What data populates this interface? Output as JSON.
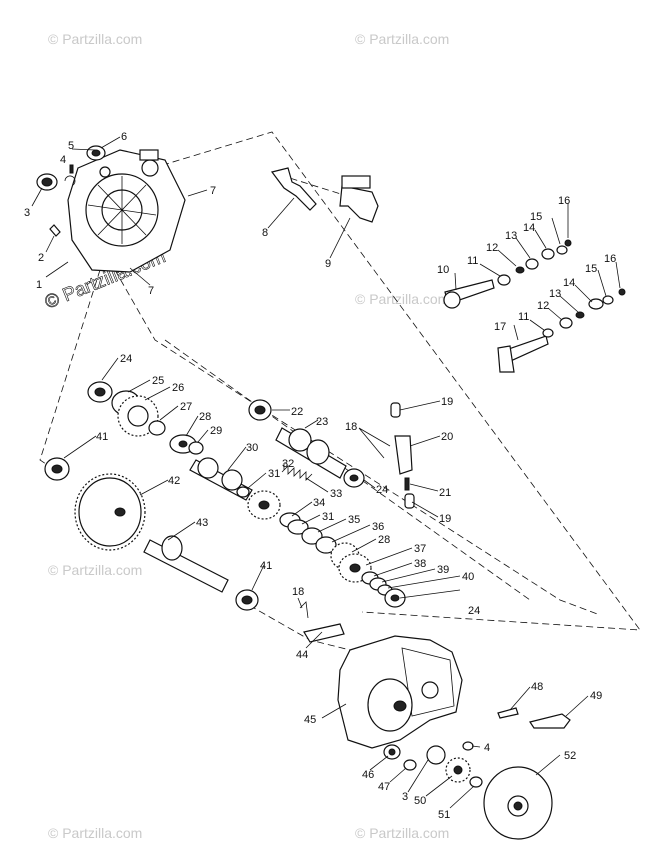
{
  "watermark": {
    "small": "© Partzilla.com",
    "large": "© Partzilla.com"
  },
  "labels": [
    {
      "id": "p1",
      "text": "1"
    },
    {
      "id": "p2",
      "text": "2"
    },
    {
      "id": "p3a",
      "text": "3"
    },
    {
      "id": "p4a",
      "text": "4"
    },
    {
      "id": "p5",
      "text": "5"
    },
    {
      "id": "p6",
      "text": "6"
    },
    {
      "id": "p7a",
      "text": "7"
    },
    {
      "id": "p7b",
      "text": "7"
    },
    {
      "id": "p8",
      "text": "8"
    },
    {
      "id": "p9",
      "text": "9"
    },
    {
      "id": "p10",
      "text": "10"
    },
    {
      "id": "p11a",
      "text": "11"
    },
    {
      "id": "p12a",
      "text": "12"
    },
    {
      "id": "p13a",
      "text": "13"
    },
    {
      "id": "p14a",
      "text": "14"
    },
    {
      "id": "p15a",
      "text": "15"
    },
    {
      "id": "p16a",
      "text": "16"
    },
    {
      "id": "p11b",
      "text": "11"
    },
    {
      "id": "p12b",
      "text": "12"
    },
    {
      "id": "p13b",
      "text": "13"
    },
    {
      "id": "p14b",
      "text": "14"
    },
    {
      "id": "p15b",
      "text": "15"
    },
    {
      "id": "p16b",
      "text": "16"
    },
    {
      "id": "p17",
      "text": "17"
    },
    {
      "id": "p18a",
      "text": "18"
    },
    {
      "id": "p19a",
      "text": "19"
    },
    {
      "id": "p20",
      "text": "20"
    },
    {
      "id": "p21",
      "text": "21"
    },
    {
      "id": "p19b",
      "text": "19"
    },
    {
      "id": "p22",
      "text": "22"
    },
    {
      "id": "p23",
      "text": "23"
    },
    {
      "id": "p24a",
      "text": "24"
    },
    {
      "id": "p24b",
      "text": "24"
    },
    {
      "id": "p24c",
      "text": "24"
    },
    {
      "id": "p25",
      "text": "25"
    },
    {
      "id": "p26",
      "text": "26"
    },
    {
      "id": "p27",
      "text": "27"
    },
    {
      "id": "p28a",
      "text": "28"
    },
    {
      "id": "p29",
      "text": "29"
    },
    {
      "id": "p30",
      "text": "30"
    },
    {
      "id": "p31a",
      "text": "31"
    },
    {
      "id": "p32",
      "text": "32"
    },
    {
      "id": "p33",
      "text": "33"
    },
    {
      "id": "p34",
      "text": "34"
    },
    {
      "id": "p31b",
      "text": "31"
    },
    {
      "id": "p35",
      "text": "35"
    },
    {
      "id": "p36",
      "text": "36"
    },
    {
      "id": "p28b",
      "text": "28"
    },
    {
      "id": "p37",
      "text": "37"
    },
    {
      "id": "p38",
      "text": "38"
    },
    {
      "id": "p39",
      "text": "39"
    },
    {
      "id": "p40",
      "text": "40"
    },
    {
      "id": "p41a",
      "text": "41"
    },
    {
      "id": "p42",
      "text": "42"
    },
    {
      "id": "p43",
      "text": "43"
    },
    {
      "id": "p41b",
      "text": "41"
    },
    {
      "id": "p18b",
      "text": "18"
    },
    {
      "id": "p44",
      "text": "44"
    },
    {
      "id": "p45",
      "text": "45"
    },
    {
      "id": "p46",
      "text": "46"
    },
    {
      "id": "p47",
      "text": "47"
    },
    {
      "id": "p3b",
      "text": "3"
    },
    {
      "id": "p50",
      "text": "50"
    },
    {
      "id": "p51",
      "text": "51"
    },
    {
      "id": "p4b",
      "text": "4"
    },
    {
      "id": "p48",
      "text": "48"
    },
    {
      "id": "p49",
      "text": "49"
    },
    {
      "id": "p52",
      "text": "52"
    }
  ]
}
